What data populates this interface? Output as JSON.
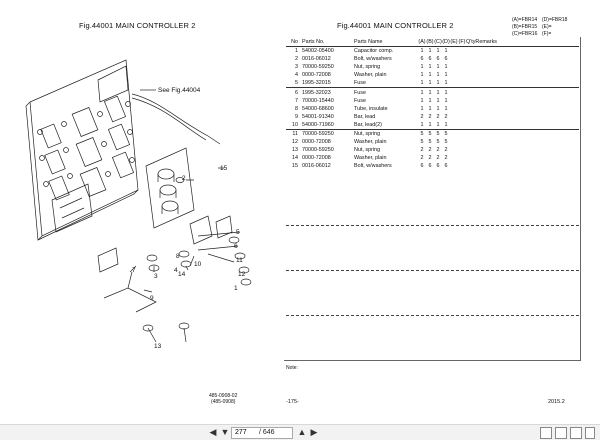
{
  "left_title": "Fig.44001  MAIN CONTROLLER 2",
  "right_title": "Fig.44001  MAIN CONTROLLER 2",
  "model_codes": [
    [
      "(A)=FBR14",
      "(D)=FBR18"
    ],
    [
      "(B)=FBR15",
      "(E)="
    ],
    [
      "(C)=FBR16",
      "(F)="
    ]
  ],
  "table": {
    "headers": [
      "No",
      "Parts No.",
      "Parts Name",
      "(A)",
      "(B)",
      "(C)",
      "(D)",
      "(E)",
      "(F)",
      "Q'ty",
      "Remarks"
    ],
    "rows": [
      [
        "1",
        "54002-05400",
        "Capacitor comp.",
        "1",
        "1",
        "1",
        "1",
        "",
        "",
        "",
        ""
      ],
      [
        "2",
        "0016-06012",
        "Bolt, w/washers",
        "6",
        "6",
        "6",
        "6",
        "",
        "",
        "",
        ""
      ],
      [
        "3",
        "70000-59250",
        "Nut, spring",
        "1",
        "1",
        "1",
        "1",
        "",
        "",
        "",
        ""
      ],
      [
        "4",
        "0000-72008",
        "Washer, plain",
        "1",
        "1",
        "1",
        "1",
        "",
        "",
        "",
        ""
      ],
      [
        "5",
        "1995-32015",
        "Fuse",
        "1",
        "1",
        "1",
        "1",
        "",
        "",
        "",
        ""
      ],
      [
        "6",
        "1995-32023",
        "Fuse",
        "1",
        "1",
        "1",
        "1",
        "",
        "",
        "",
        ""
      ],
      [
        "7",
        "70000-15440",
        "Fuse",
        "1",
        "1",
        "1",
        "1",
        "",
        "",
        "",
        ""
      ],
      [
        "8",
        "54000-68600",
        "Tube, insulate",
        "1",
        "1",
        "1",
        "1",
        "",
        "",
        "",
        ""
      ],
      [
        "9",
        "54001-91340",
        "Bar, lead",
        "2",
        "2",
        "2",
        "2",
        "",
        "",
        "",
        ""
      ],
      [
        "10",
        "54000-71960",
        "Bar, lead(2)",
        "1",
        "1",
        "1",
        "1",
        "",
        "",
        "",
        ""
      ],
      [
        "11",
        "70000-59250",
        "Nut, spring",
        "5",
        "5",
        "5",
        "5",
        "",
        "",
        "",
        ""
      ],
      [
        "12",
        "0000-72008",
        "Washer, plain",
        "5",
        "5",
        "5",
        "5",
        "",
        "",
        "",
        ""
      ],
      [
        "13",
        "70000-59250",
        "Nut, spring",
        "2",
        "2",
        "2",
        "2",
        "",
        "",
        "",
        ""
      ],
      [
        "14",
        "0000-72008",
        "Washer, plain",
        "2",
        "2",
        "2",
        "2",
        "",
        "",
        "",
        ""
      ],
      [
        "15",
        "0016-06012",
        "Bolt, w/washers",
        "6",
        "6",
        "6",
        "6",
        "",
        "",
        "",
        ""
      ]
    ]
  },
  "note_label": "Note:",
  "doc_code_1": "485-0908-02",
  "doc_code_2": "(485-0908)",
  "page_number": "-175-",
  "year": "2015.2",
  "drawing_ref": "See Fig.44004",
  "callouts": [
    "1",
    "2",
    "3",
    "4",
    "5",
    "6",
    "7",
    "8",
    "9",
    "10",
    "11",
    "12",
    "13",
    "14",
    "15"
  ],
  "viewer": {
    "page_current": "277",
    "page_total": "/ 646"
  }
}
